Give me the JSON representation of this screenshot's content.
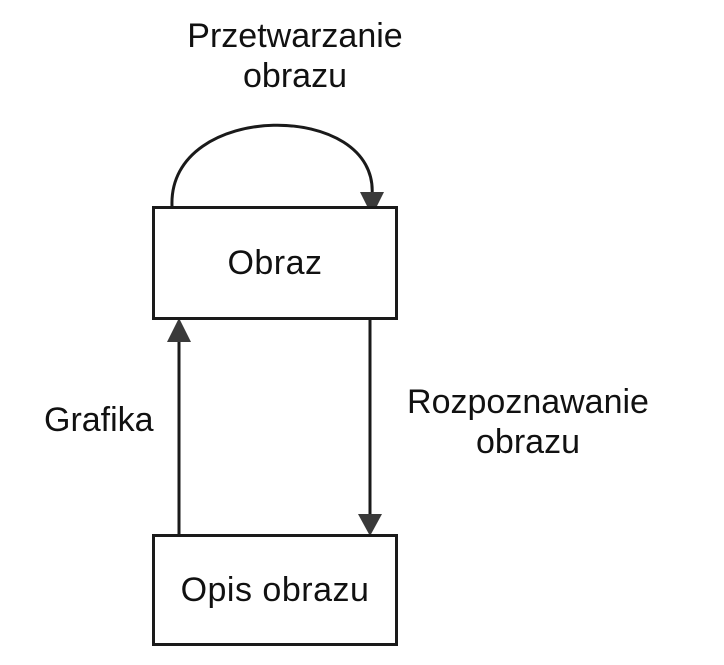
{
  "nodes": {
    "obraz": "Obraz",
    "opis": "Opis obrazu"
  },
  "edges": {
    "przetwarzanie": [
      "Przetwarzanie",
      "obrazu"
    ],
    "rozpoznawanie": [
      "Rozpoznawanie",
      "obrazu"
    ],
    "grafika": "Grafika"
  },
  "colors": {
    "line": "#1a1a1a",
    "arrowhead": "#3a3a3a"
  }
}
